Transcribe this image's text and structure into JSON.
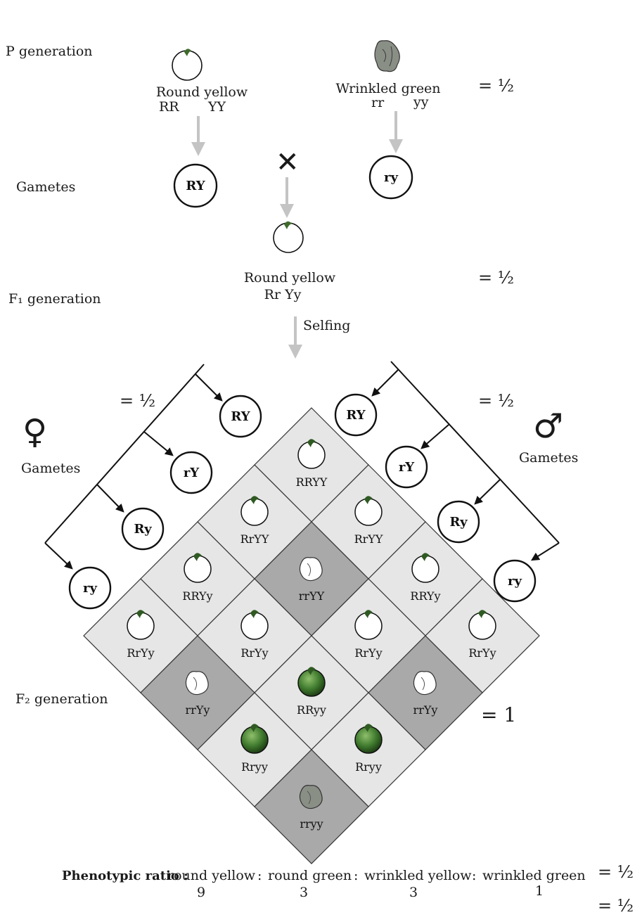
{
  "labels": {
    "p_generation": "P generation",
    "gametes": "Gametes",
    "f1_generation": "F₁ generation",
    "f2_generation": "F₂ generation",
    "selfing": "Selfing",
    "cross_symbol": "✕"
  },
  "parents": {
    "left": {
      "phenotype": "Round yellow",
      "genotype_a": "RR",
      "genotype_b": "YY",
      "gamete": "RY"
    },
    "right": {
      "phenotype": "Wrinkled green",
      "genotype_a": "rr",
      "genotype_b": "yy",
      "gamete": "ry"
    }
  },
  "f1": {
    "phenotype": "Round yellow",
    "genotype": "Rr Yy"
  },
  "fractions": {
    "p_row": "= ½",
    "f1_row": "= ½",
    "female_branch": "= ½",
    "male_branch": "= ½",
    "f2_row": "= 1",
    "ratio_row": "= ½",
    "bottom_corner": "= ½"
  },
  "female": {
    "symbol": "♀",
    "label": "Gametes",
    "gametes": [
      "RY",
      "rY",
      "Ry",
      "ry"
    ]
  },
  "male": {
    "symbol": "♂",
    "label": "Gametes",
    "gametes": [
      "RY",
      "rY",
      "Ry",
      "ry"
    ]
  },
  "grid": [
    [
      "RRYY",
      "RrYY",
      "RRYy",
      "RrYy"
    ],
    [
      "RrYY",
      "rrYY",
      "RrYy",
      "rrYy"
    ],
    [
      "RRYy",
      "RrYy",
      "RRyy",
      "Rryy"
    ],
    [
      "RrYy",
      "rrYy",
      "Rryy",
      "rryy"
    ]
  ],
  "phenotype_ratio": {
    "title": "Phenotypic ratio :",
    "items": [
      {
        "name": "round yellow",
        "value": "9"
      },
      {
        "name": "round green",
        "value": "3"
      },
      {
        "name": "wrinkled yellow",
        "value": "3"
      },
      {
        "name": "wrinkled green",
        "value": "1"
      }
    ],
    "separator": ":"
  },
  "colors": {
    "light_cell": "#e6e6e6",
    "dark_cell": "#a9a9a9",
    "arrow_gray": "#c4c4c4",
    "green_pea": "#3f7a2e",
    "wrinkled_pea": "#8a8f86"
  }
}
